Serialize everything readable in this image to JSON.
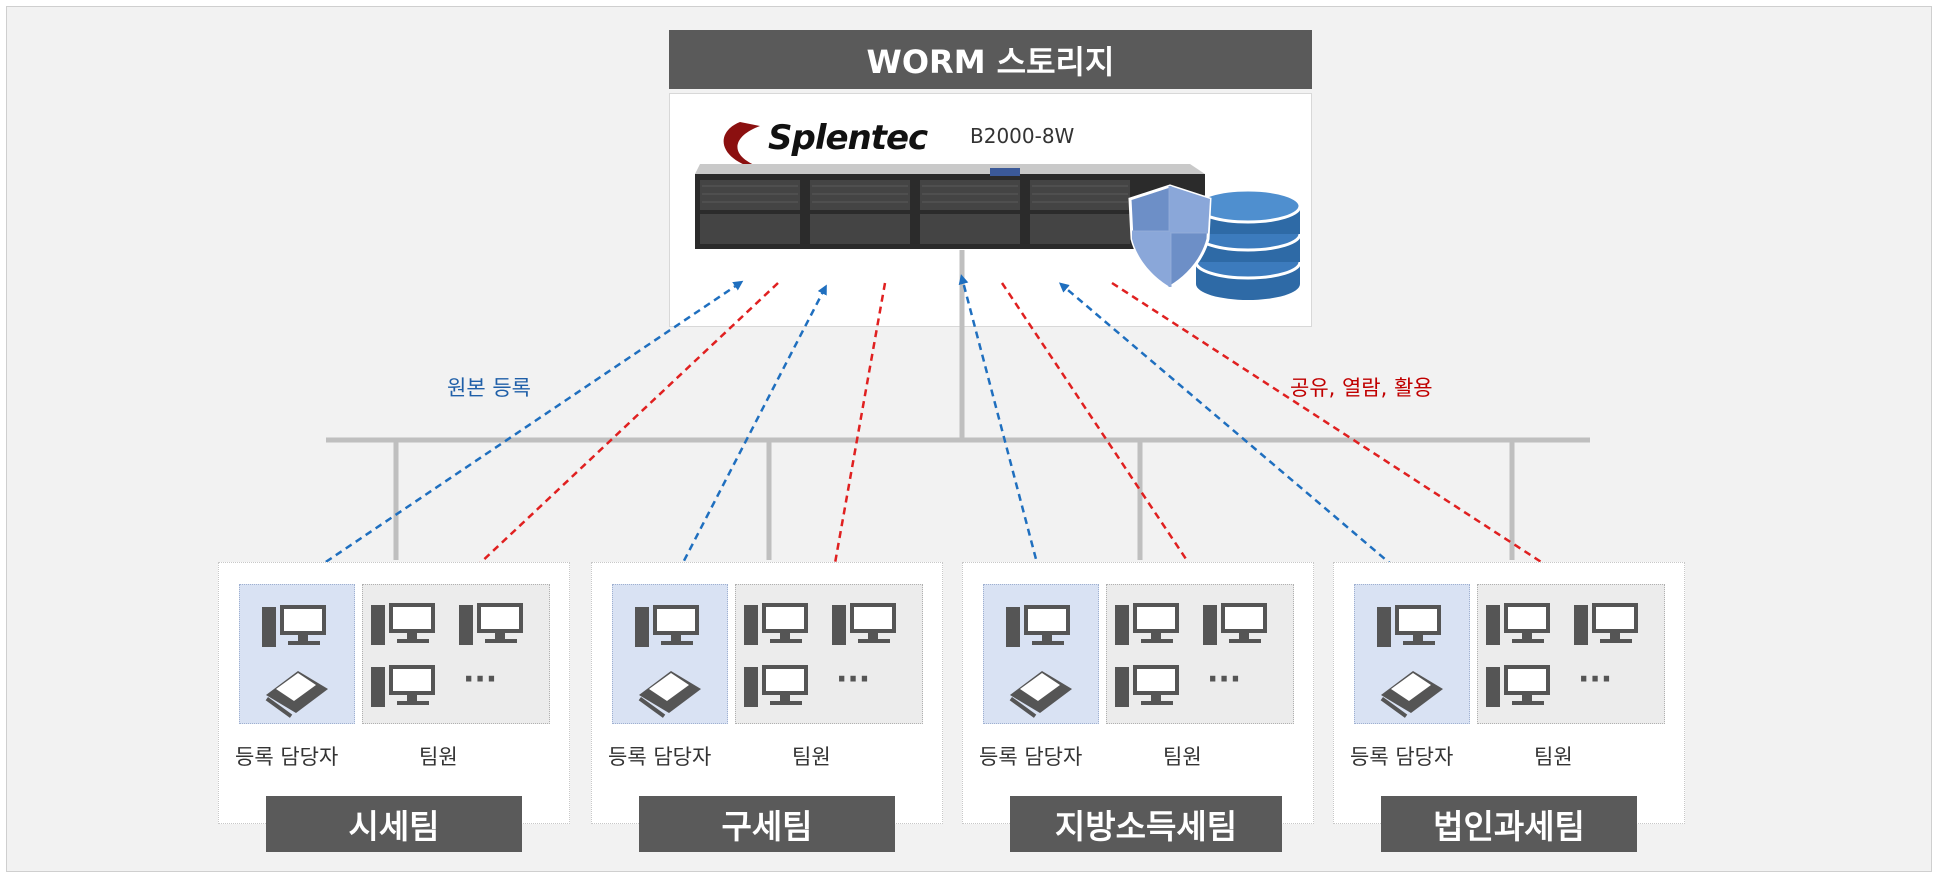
{
  "storage": {
    "title": "WORM 스토리지",
    "brand": "Splentec",
    "model": "B2000-8W"
  },
  "labels": {
    "upload": "원본 등록",
    "share": "공유, 열람, 활용"
  },
  "teams": [
    {
      "name": "시세팀",
      "registrar_label": "등록 담당자",
      "members_label": "팀원",
      "more": "···"
    },
    {
      "name": "구세팀",
      "registrar_label": "등록 담당자",
      "members_label": "팀원",
      "more": "···"
    },
    {
      "name": "지방소득세팀",
      "registrar_label": "등록 담당자",
      "members_label": "팀원",
      "more": "···"
    },
    {
      "name": "법인과세팀",
      "registrar_label": "등록 담당자",
      "members_label": "팀원",
      "more": "···"
    }
  ],
  "colors": {
    "upload_arrow": "#1f6fbf",
    "share_arrow": "#e02020",
    "upload_label": "#1f5fa8",
    "share_label": "#c00000",
    "bus": "#bfbfbf"
  }
}
